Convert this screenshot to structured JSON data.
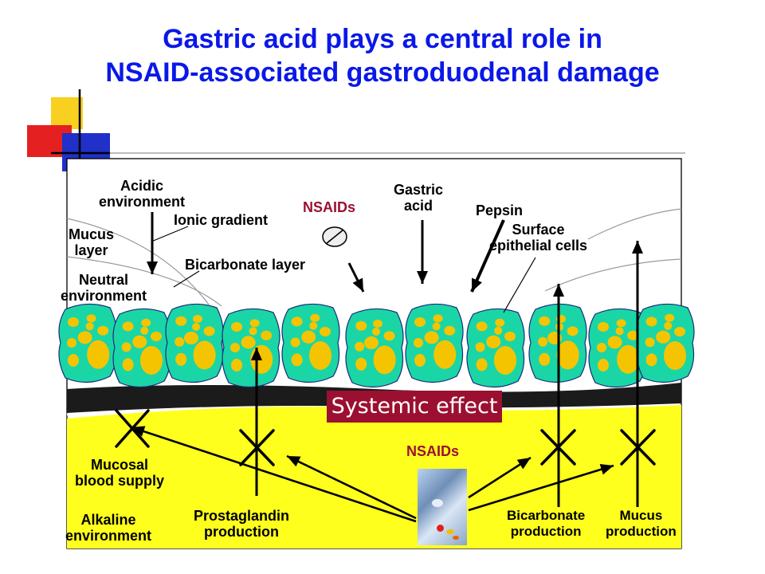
{
  "title_line1": "Gastric acid plays a central role in",
  "title_line2": "NSAID-associated gastroduodenal damage",
  "labels": {
    "acidic_environment": "Acidic\nenvironment",
    "ionic_gradient": "Ionic gradient",
    "mucus_layer": "Mucus\nlayer",
    "neutral_environment": "Neutral\nenvironment",
    "bicarbonate_layer": "Bicarbonate layer",
    "nsaids_top": "NSAIDs",
    "gastric_acid": "Gastric\nacid",
    "pepsin": "Pepsin",
    "surface_epithelial_cells": "Surface\nepithelial cells",
    "systemic_effect": "Systemic effect",
    "nsaids_bottom": "NSAIDs",
    "mucosal_blood_supply": "Mucosal\nblood supply",
    "alkaline_environment": "Alkaline\nenvironment",
    "prostaglandin_production": "Prostaglandin\nproduction",
    "bicarbonate_production": "Bicarbonate\nproduction",
    "mucus_production": "Mucus\nproduction"
  },
  "colors": {
    "title": "#0a18e8",
    "cell": "#1ad6a6",
    "nucleus": "#f5c400",
    "mucosa": "#ffff1e",
    "basement": "#1b1b1b",
    "accent": "#9b1030"
  },
  "icons": [
    "pill-icon",
    "pills-photo-icon",
    "block-x-icon",
    "arrow-icon",
    "corner-squares-icon"
  ]
}
